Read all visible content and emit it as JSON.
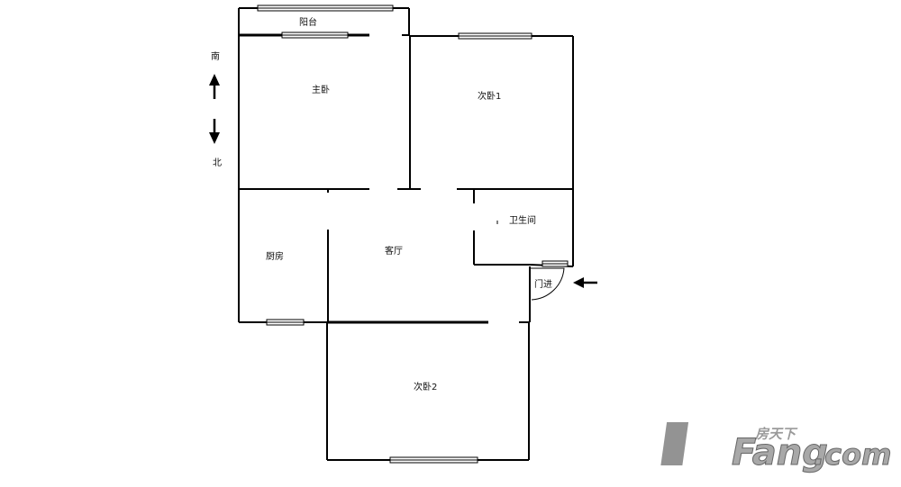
{
  "rooms": {
    "balcony": "阳台",
    "master_bedroom": "主卧",
    "second_bedroom_1": "次卧1",
    "bathroom": "卫生间",
    "kitchen": "厨房",
    "living_room": "客厅",
    "entrance": "门进",
    "second_bedroom_2": "次卧2"
  },
  "compass": {
    "south": "南",
    "north": "北"
  },
  "watermark": {
    "brand_cn": "房天下",
    "brand_en": "Fang",
    "domain": ".com"
  }
}
